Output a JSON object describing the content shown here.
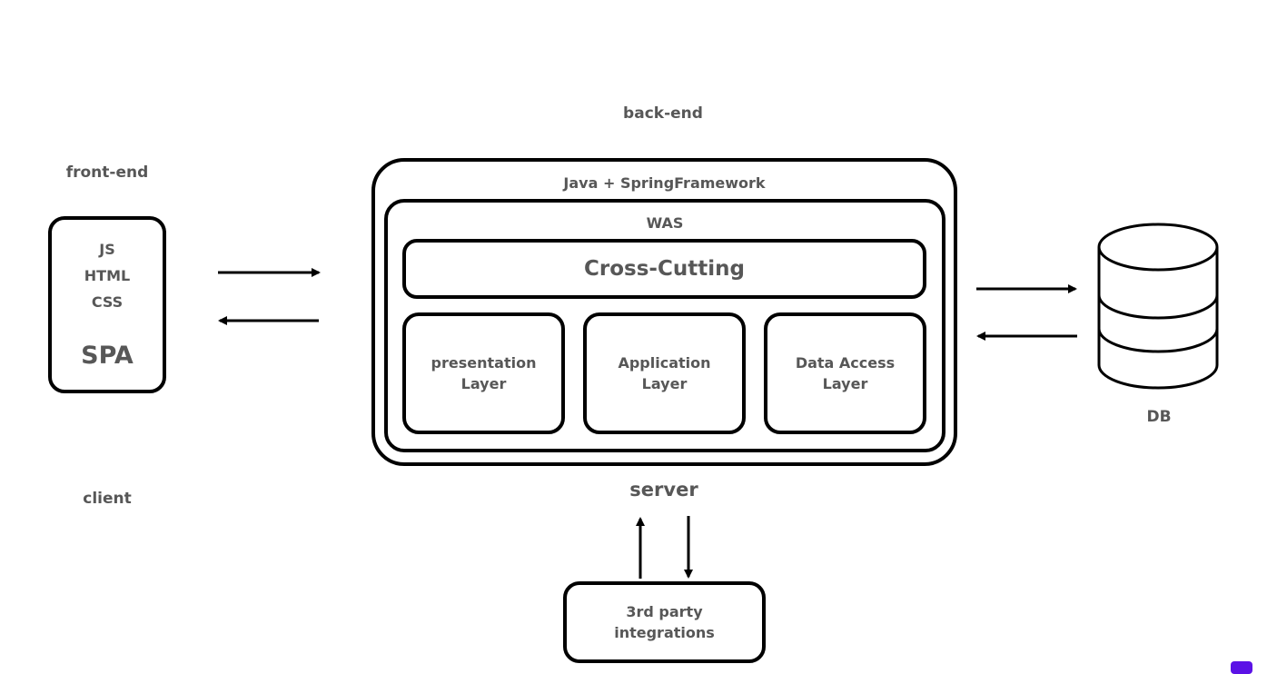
{
  "labels": {
    "back_end": "back-end",
    "front_end": "front-end",
    "client": "client",
    "server": "server",
    "db": "DB"
  },
  "client_box": {
    "lines": [
      "JS",
      "HTML",
      "CSS"
    ],
    "spa": "SPA"
  },
  "server_box": {
    "title": "Java + SpringFramework",
    "was_title": "WAS",
    "cross_cutting": "Cross-Cutting",
    "layers": [
      {
        "line1": "presentation",
        "line2": "Layer"
      },
      {
        "line1": "Application",
        "line2": "Layer"
      },
      {
        "line1": "Data Access",
        "line2": "Layer"
      }
    ]
  },
  "third_party": {
    "line1": "3rd party",
    "line2": "integrations"
  },
  "colors": {
    "stroke": "#000000",
    "text": "#575757",
    "badge": "#5b12e6"
  }
}
